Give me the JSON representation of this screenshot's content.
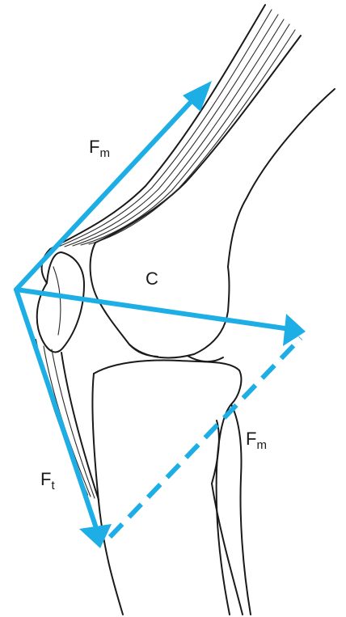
{
  "labels": {
    "muscle_force_main": "F",
    "muscle_force_main_sub": "m",
    "muscle_force_secondary": "F",
    "muscle_force_secondary_sub": "m",
    "tendon_force": "F",
    "tendon_force_sub": "t",
    "joint_center": "C"
  },
  "colors": {
    "vector": "#1eaee6",
    "outline": "#1a1a1a",
    "background": "#ffffff"
  }
}
